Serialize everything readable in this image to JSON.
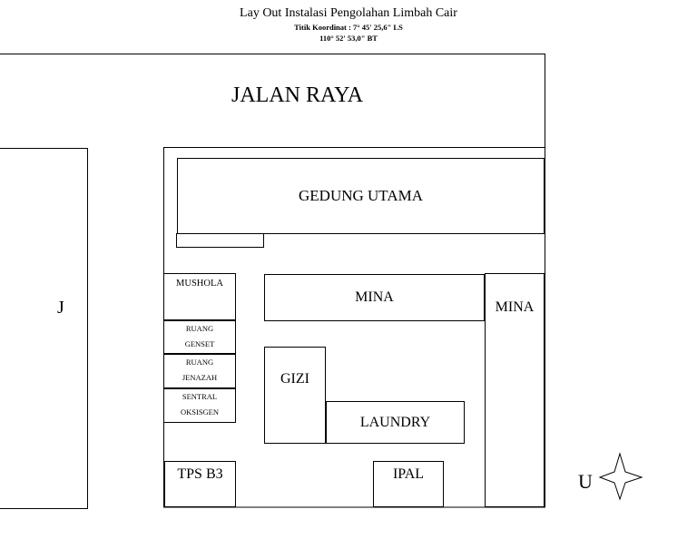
{
  "header": {
    "title": "Lay Out Instalasi Pengolahan Limbah Cair",
    "coord_line_1": "Titik Koordinat : 7° 45' 25,6\"  LS",
    "coord_line_2": "110° 52' 53,0\"   BT"
  },
  "labels": {
    "road_top": "JALAN RAYA",
    "road_left": "J",
    "main_building": "GEDUNG UTAMA",
    "mushola": "MUSHOLA",
    "ruang_genset_1": "RUANG",
    "ruang_genset_2": "GENSET",
    "ruang_jenazah_1": "RUANG",
    "ruang_jenazah_2": "JENAZAH",
    "sentral_oksigen_1": "SENTRAL",
    "sentral_oksigen_2": "OKSISGEN",
    "mina_center": "MINA",
    "mina_right": "MINA",
    "gizi": "GIZI",
    "laundry": "LAUNDRY",
    "tps_b3": "TPS B3",
    "ipal": "IPAL",
    "north": "U"
  }
}
